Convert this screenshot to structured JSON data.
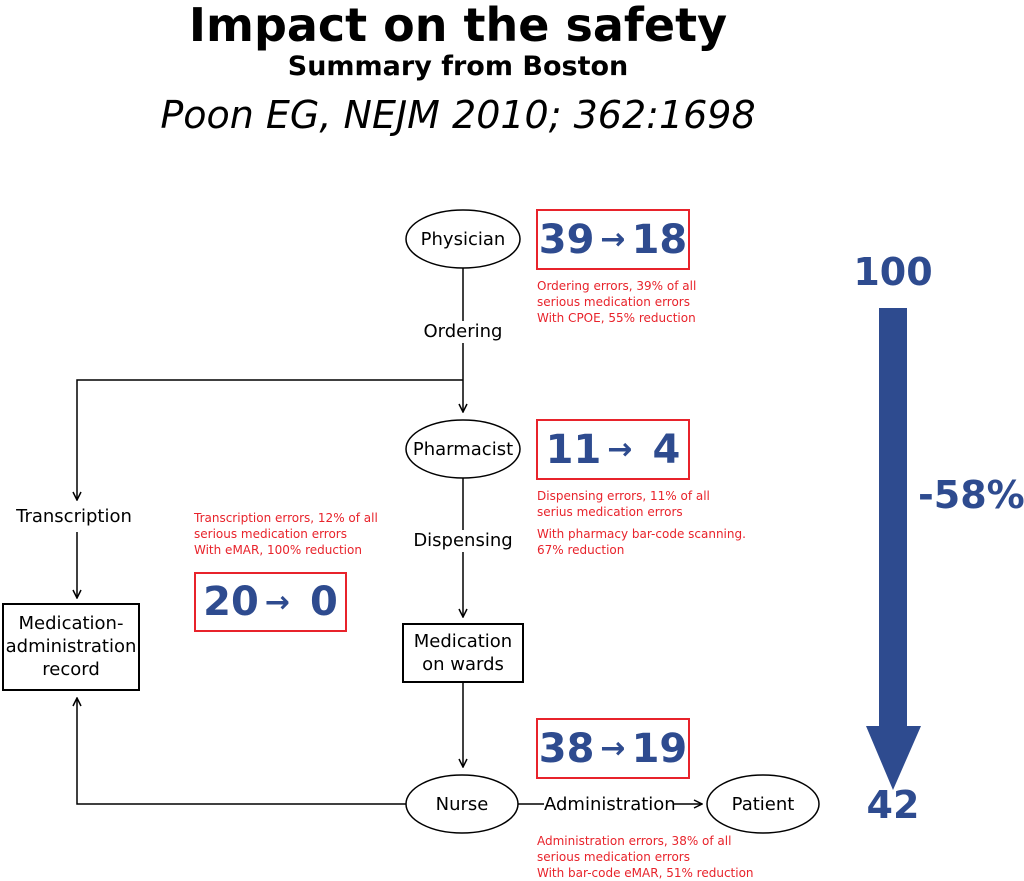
{
  "title": "Impact on the safety",
  "subtitle": "Summary from Boston",
  "citation": "Poon EG, NEJM 2010; 362:1698",
  "nodes": {
    "physician": "Physician",
    "pharmacist": "Pharmacist",
    "nurse": "Nurse",
    "patient": "Patient",
    "medication_wards_line1": "Medication",
    "medication_wards_line2": "on wards",
    "mar_line1": "Medication-",
    "mar_line2": "administration",
    "mar_line3": "record"
  },
  "edges": {
    "ordering": "Ordering",
    "dispensing": "Dispensing",
    "transcription": "Transcription",
    "administration": "Administration"
  },
  "stats": {
    "ordering": {
      "before": "39",
      "after": "18"
    },
    "dispensing": {
      "before": "11",
      "after": "4"
    },
    "transcription": {
      "before": "20",
      "after": "0"
    },
    "administration": {
      "before": "38",
      "after": "19"
    }
  },
  "notes": {
    "ordering": [
      "Ordering errors, 39% of all",
      "serious medication errors",
      "With CPOE, 55% reduction"
    ],
    "dispensing": [
      "Dispensing errors, 11% of all",
      "serius medication errors"
    ],
    "dispensing_extra": [
      "With pharmacy bar-code scanning.",
      "67% reduction"
    ],
    "transcription": [
      "Transcription errors, 12% of all",
      "serious medication errors",
      "With eMAR, 100% reduction"
    ],
    "administration": [
      "Administration errors, 38% of all",
      "serious medication errors",
      "With bar-code eMAR, 51% reduction"
    ]
  },
  "summary": {
    "start": "100",
    "end": "42",
    "change": "-58%"
  },
  "colors": {
    "accent_blue": "#2e4b8f",
    "box_red": "#e8232b"
  },
  "arrow_symbol": "→"
}
